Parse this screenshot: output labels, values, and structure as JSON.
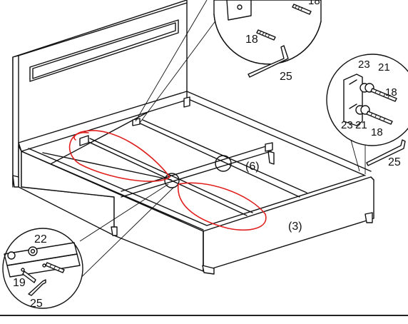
{
  "labels": {
    "top_screw_partial": "18",
    "top_screw": "18",
    "top_wrench": "25",
    "right_plate_top": "23",
    "right_washer_top": "21",
    "right_screw_top": "18",
    "right_plate_bottom": "23",
    "right_washer_bottom": "21",
    "right_screw_bottom": "18",
    "right_wrench": "25",
    "slat_center": "(6)",
    "side_rail": "(3)",
    "left_nut": "22",
    "left_bolt": "19",
    "left_wrench": "25"
  },
  "colors": {
    "line": "#111111",
    "annotation": "#e0201e",
    "background": "#ffffff"
  }
}
